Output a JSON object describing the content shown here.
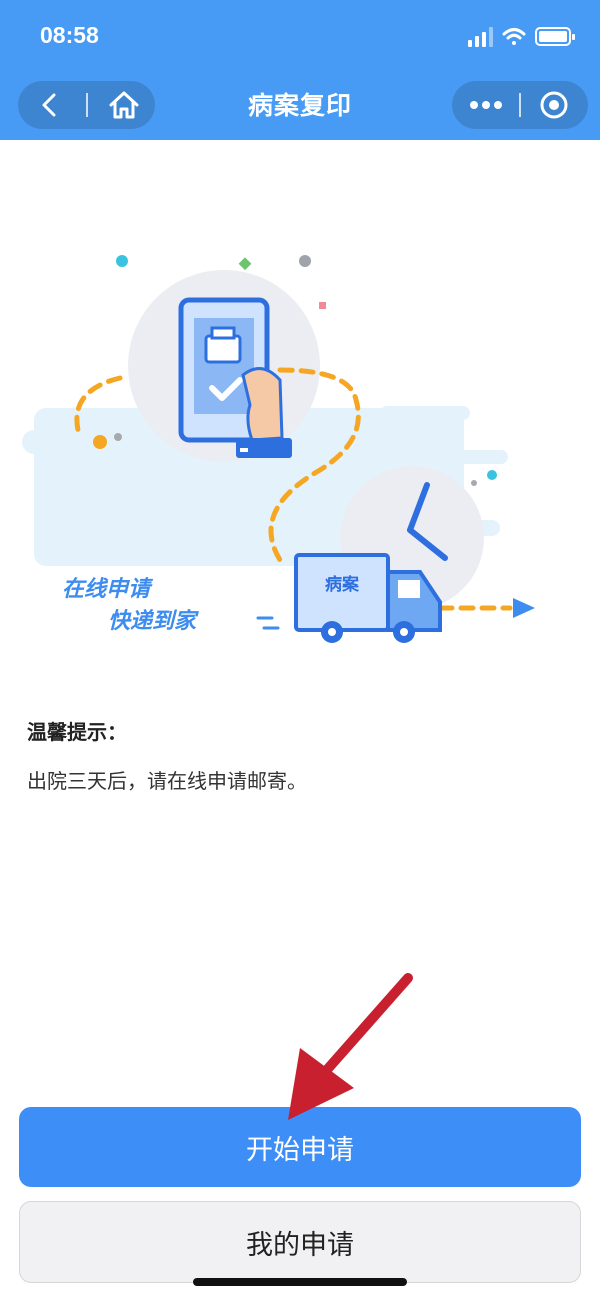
{
  "status_bar": {
    "time": "08:58"
  },
  "nav": {
    "title": "病案复印",
    "back_icon": "chevron-left-icon",
    "home_icon": "home-icon",
    "more_icon": "more-dots-icon",
    "close_icon": "target-close-icon"
  },
  "illustration": {
    "slogan_line1": "在线申请",
    "slogan_line2": "快递到家",
    "truck_label": "病案"
  },
  "tips": {
    "title": "温馨提示：",
    "text": "出院三天后，请在线申请邮寄。"
  },
  "buttons": {
    "primary_label": "开始申请",
    "secondary_label": "我的申请"
  },
  "colors": {
    "header_bg": "#479BF4",
    "primary_button": "#3E8EF7",
    "annotation_arrow": "#C8202F"
  }
}
